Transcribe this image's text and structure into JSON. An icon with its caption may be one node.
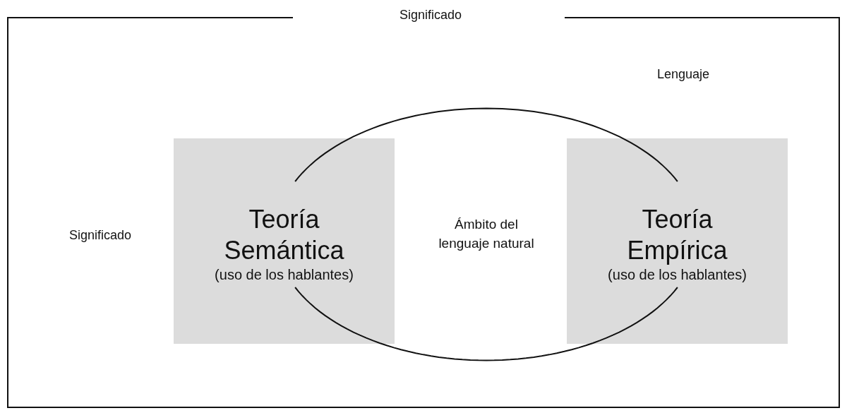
{
  "diagram": {
    "nodes": [
      {
        "text": [
          "Significado"
        ]
      },
      {
        "text": [
          "Ámbito del lenguaje natural"
        ],
        "in": 0
      },
      {
        "text": [
          "Teoría Semántica",
          "(uso de los hablantes)"
        ],
        "in": 0
      },
      {
        "text": [
          "Teoría Empírica",
          "(uso de los hablantes)"
        ],
        "in": 0
      }
    ],
    "labels": [
      "Lenguaje",
      "Significado"
    ]
  }
}
